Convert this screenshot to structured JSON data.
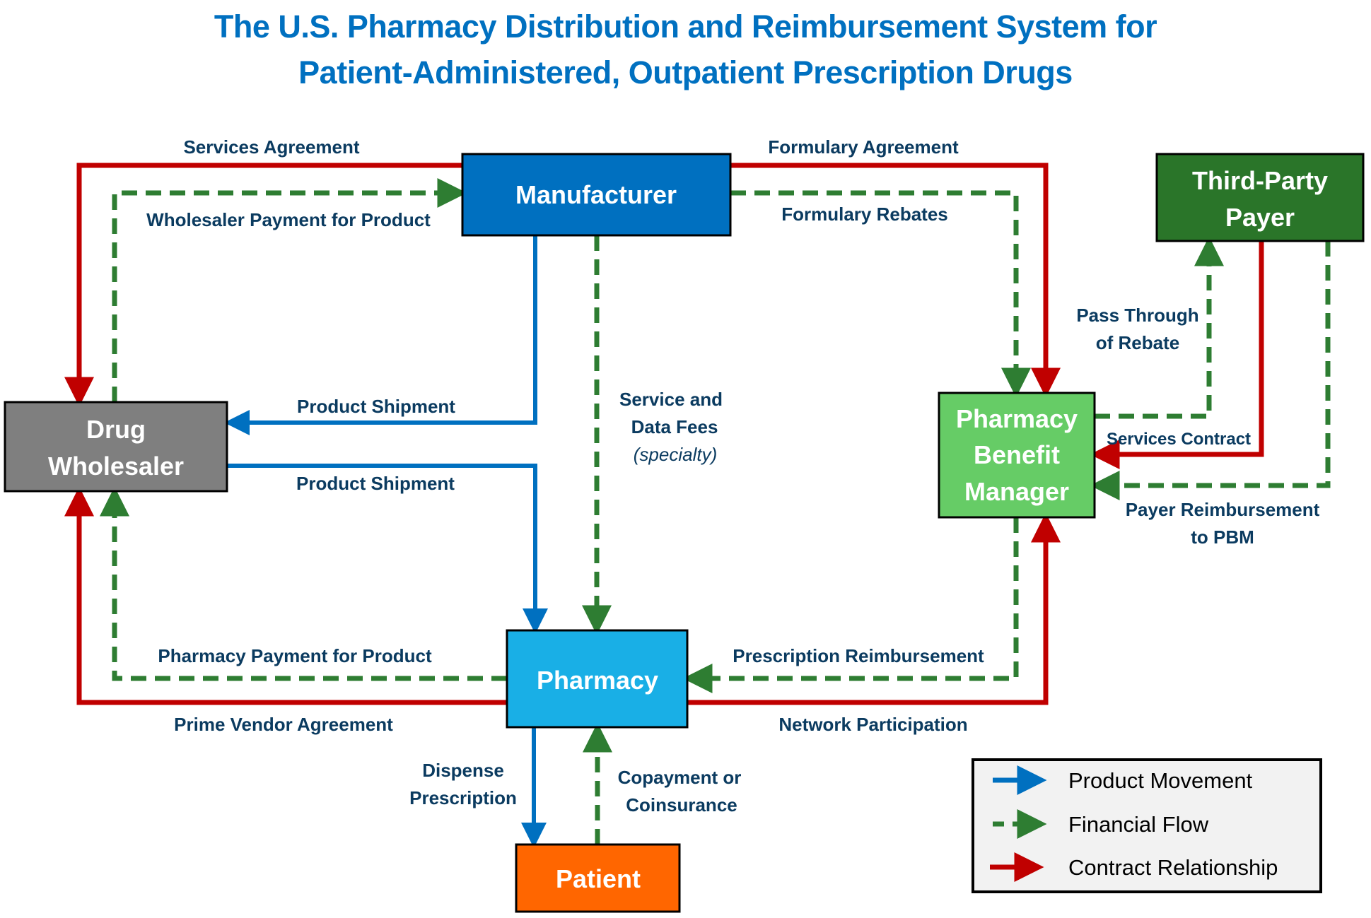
{
  "title": {
    "line1": "The U.S. Pharmacy Distribution and Reimbursement System for",
    "line2": "Patient-Administered, Outpatient Prescription Drugs"
  },
  "colors": {
    "title": "#0070C0",
    "label": "#0B3B60",
    "product_movement": "#0070C0",
    "financial_flow": "#2E7D32",
    "contract_relationship": "#C00000",
    "manufacturer": "#0070C0",
    "third_party_payer": "#2A7529",
    "drug_wholesaler": "#7F7F7F",
    "pbm": "#66CC66",
    "pharmacy": "#19AFE6",
    "patient": "#FF6600",
    "legend_bg": "#F2F2F2"
  },
  "nodes": {
    "manufacturer": {
      "lines": [
        "Manufacturer"
      ]
    },
    "third_party_payer": {
      "lines": [
        "Third-Party",
        "Payer"
      ]
    },
    "drug_wholesaler": {
      "lines": [
        "Drug",
        "Wholesaler"
      ]
    },
    "pbm": {
      "lines": [
        "Pharmacy",
        "Benefit",
        "Manager"
      ]
    },
    "pharmacy": {
      "lines": [
        "Pharmacy"
      ]
    },
    "patient": {
      "lines": [
        "Patient"
      ]
    }
  },
  "edges": {
    "services_agreement": {
      "label": [
        "Services Agreement"
      ],
      "type": "contract",
      "from": "Manufacturer",
      "to": "Drug Wholesaler"
    },
    "wholesaler_payment": {
      "label": [
        "Wholesaler Payment for Product"
      ],
      "type": "financial",
      "from": "Drug Wholesaler",
      "to": "Manufacturer"
    },
    "product_shipment_1": {
      "label": [
        "Product Shipment"
      ],
      "type": "product",
      "from": "Manufacturer",
      "to": "Drug Wholesaler"
    },
    "product_shipment_2": {
      "label": [
        "Product Shipment"
      ],
      "type": "product",
      "from": "Drug Wholesaler",
      "to": "Pharmacy"
    },
    "service_data_fees": {
      "label": [
        "Service and",
        "Data Fees"
      ],
      "label_italic": "(specialty)",
      "type": "financial",
      "from": "Manufacturer",
      "to": "Pharmacy"
    },
    "formulary_agreement": {
      "label": [
        "Formulary Agreement"
      ],
      "type": "contract",
      "from": "Manufacturer",
      "to": "Pharmacy Benefit Manager"
    },
    "formulary_rebates": {
      "label": [
        "Formulary Rebates"
      ],
      "type": "financial",
      "from": "Manufacturer",
      "to": "Pharmacy Benefit Manager"
    },
    "pass_through_rebate": {
      "label": [
        "Pass Through",
        "of Rebate"
      ],
      "type": "financial",
      "from": "Pharmacy Benefit Manager",
      "to": "Third-Party Payer"
    },
    "services_contract": {
      "label": [
        "Services Contract"
      ],
      "type": "contract",
      "from": "Third-Party Payer",
      "to": "Pharmacy Benefit Manager"
    },
    "payer_reimbursement": {
      "label": [
        "Payer Reimbursement",
        "to PBM"
      ],
      "type": "financial",
      "from": "Third-Party Payer",
      "to": "Pharmacy Benefit Manager"
    },
    "prescription_reimbursement": {
      "label": [
        "Prescription Reimbursement"
      ],
      "type": "financial",
      "from": "Pharmacy Benefit Manager",
      "to": "Pharmacy"
    },
    "network_participation": {
      "label": [
        "Network Participation"
      ],
      "type": "contract",
      "from": "Pharmacy",
      "to": "Pharmacy Benefit Manager"
    },
    "pharmacy_payment": {
      "label": [
        "Pharmacy Payment for Product"
      ],
      "type": "financial",
      "from": "Pharmacy",
      "to": "Drug Wholesaler"
    },
    "prime_vendor_agreement": {
      "label": [
        "Prime Vendor Agreement"
      ],
      "type": "contract",
      "from": "Pharmacy",
      "to": "Drug Wholesaler"
    },
    "dispense_prescription": {
      "label": [
        "Dispense",
        "Prescription"
      ],
      "type": "product",
      "from": "Pharmacy",
      "to": "Patient"
    },
    "copayment": {
      "label": [
        "Copayment or",
        "Coinsurance"
      ],
      "type": "financial",
      "from": "Patient",
      "to": "Pharmacy"
    }
  },
  "legend": {
    "items": [
      {
        "label": "Product Movement",
        "type": "product"
      },
      {
        "label": "Financial Flow",
        "type": "financial"
      },
      {
        "label": "Contract Relationship",
        "type": "contract"
      }
    ]
  }
}
